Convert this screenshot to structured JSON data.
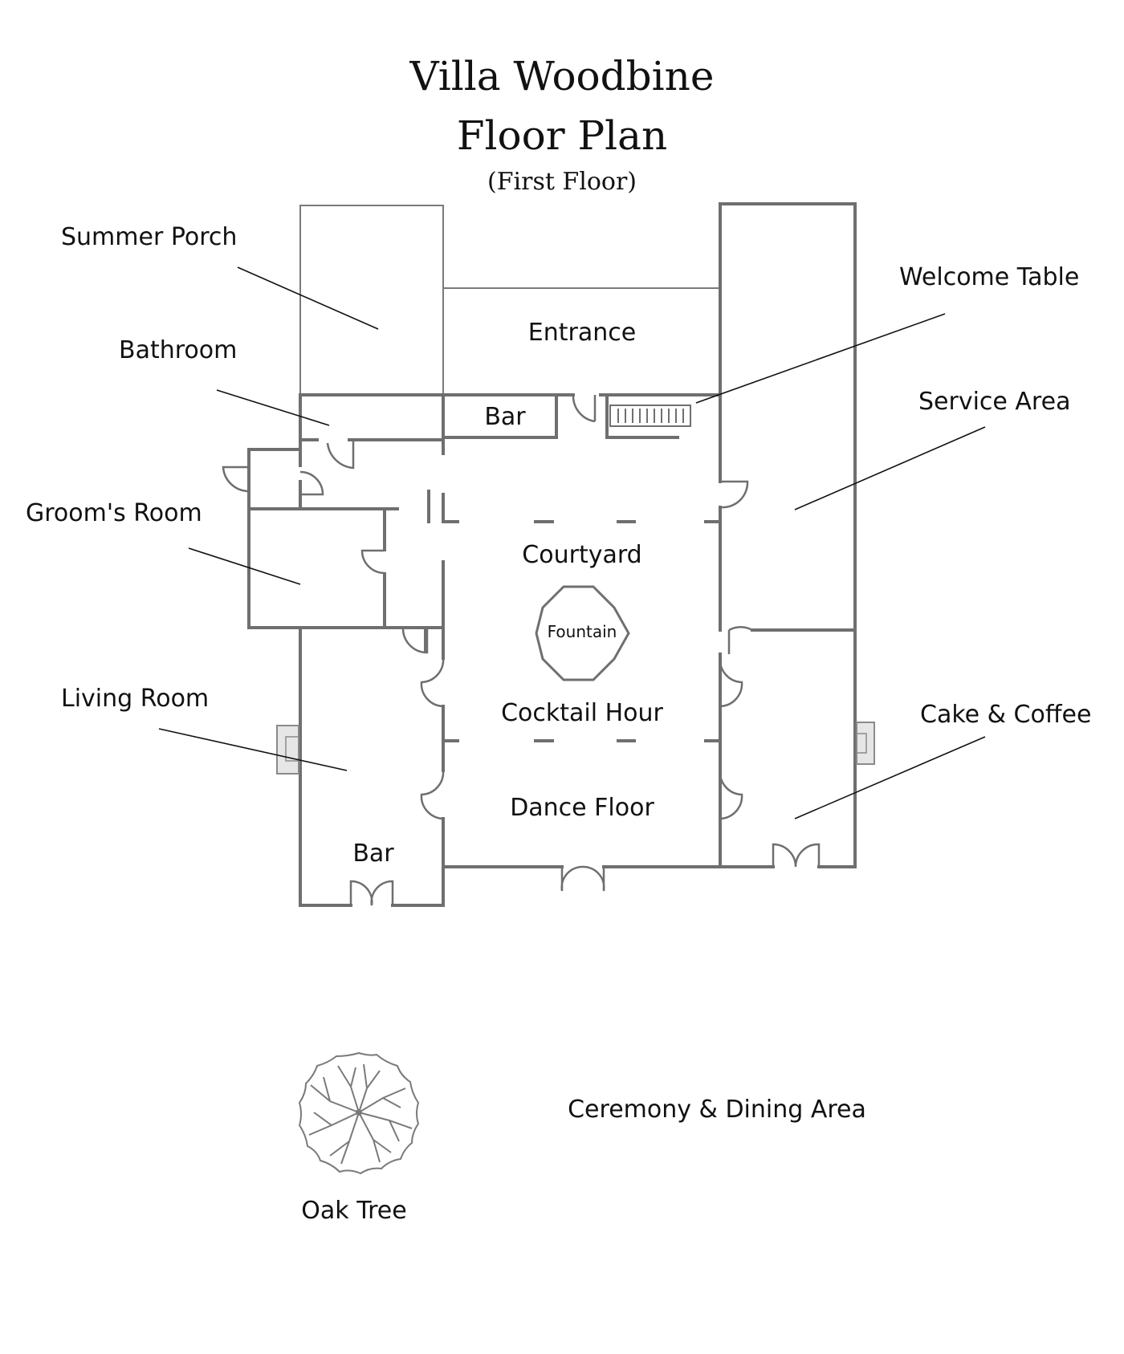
{
  "title": {
    "line1": "Villa Woodbine",
    "line2": "Floor Plan",
    "subtitle": "(First Floor)"
  },
  "rooms": {
    "entrance": "Entrance",
    "bar_top": "Bar",
    "courtyard": "Courtyard",
    "fountain": "Fountain",
    "cocktail_hour": "Cocktail Hour",
    "dance_floor": "Dance Floor",
    "bar_bottom": "Bar"
  },
  "callouts": {
    "summer_porch": "Summer Porch",
    "bathroom": "Bathroom",
    "grooms_room": "Groom's Room",
    "living_room": "Living Room",
    "welcome_table": "Welcome Table",
    "service_area": "Service Area",
    "cake_coffee": "Cake & Coffee"
  },
  "outdoor": {
    "oak_tree": "Oak Tree",
    "ceremony_dining": "Ceremony & Dining Area"
  },
  "colors": {
    "wall": "#6f6f6f",
    "text": "#111111",
    "background": "#ffffff"
  }
}
